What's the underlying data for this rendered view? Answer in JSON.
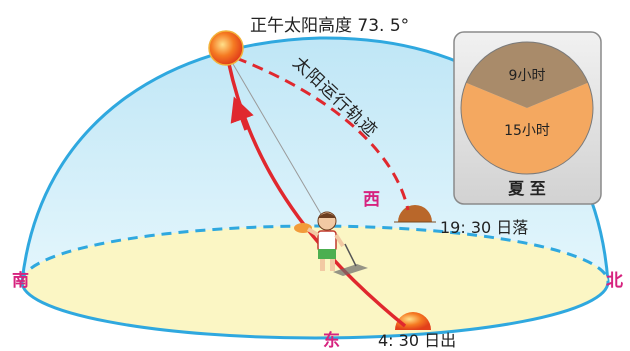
{
  "title": "正午太阳高度 73. 5°",
  "path_label": "太阳运行轨迹",
  "directions": {
    "south": "南",
    "north": "北",
    "west": "西",
    "east": "东"
  },
  "sunset": "19: 30 日落",
  "sunrise": "4: 30 日出",
  "inset": {
    "night_label": "9小时",
    "day_label": "15小时",
    "caption": "夏 至",
    "night_fraction": 0.375,
    "day_fraction": 0.625
  },
  "colors": {
    "dome": "#cfeef9",
    "dome_edge": "#2fa8df",
    "ground": "#fbf6c4",
    "path": "#e0282e",
    "day": "#f4a860",
    "night": "#a98b6a",
    "direction_text": "#d6237f"
  }
}
